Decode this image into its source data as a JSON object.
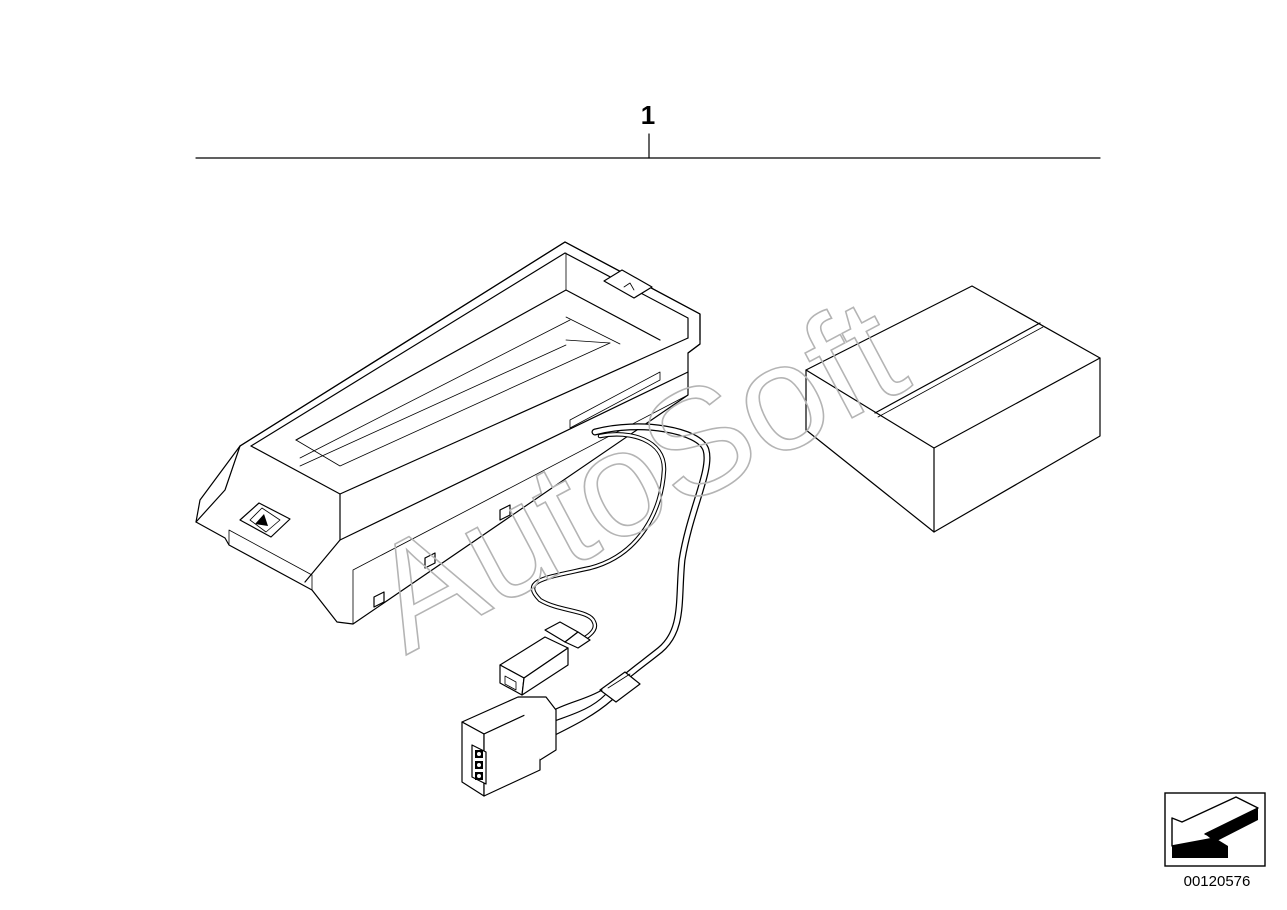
{
  "diagram": {
    "part_number": "1",
    "reference_number": "00120576",
    "watermark": "AutoSoft",
    "icons": {
      "box": "cardboard-box-icon",
      "navigation": "back-arrow-icon"
    }
  }
}
